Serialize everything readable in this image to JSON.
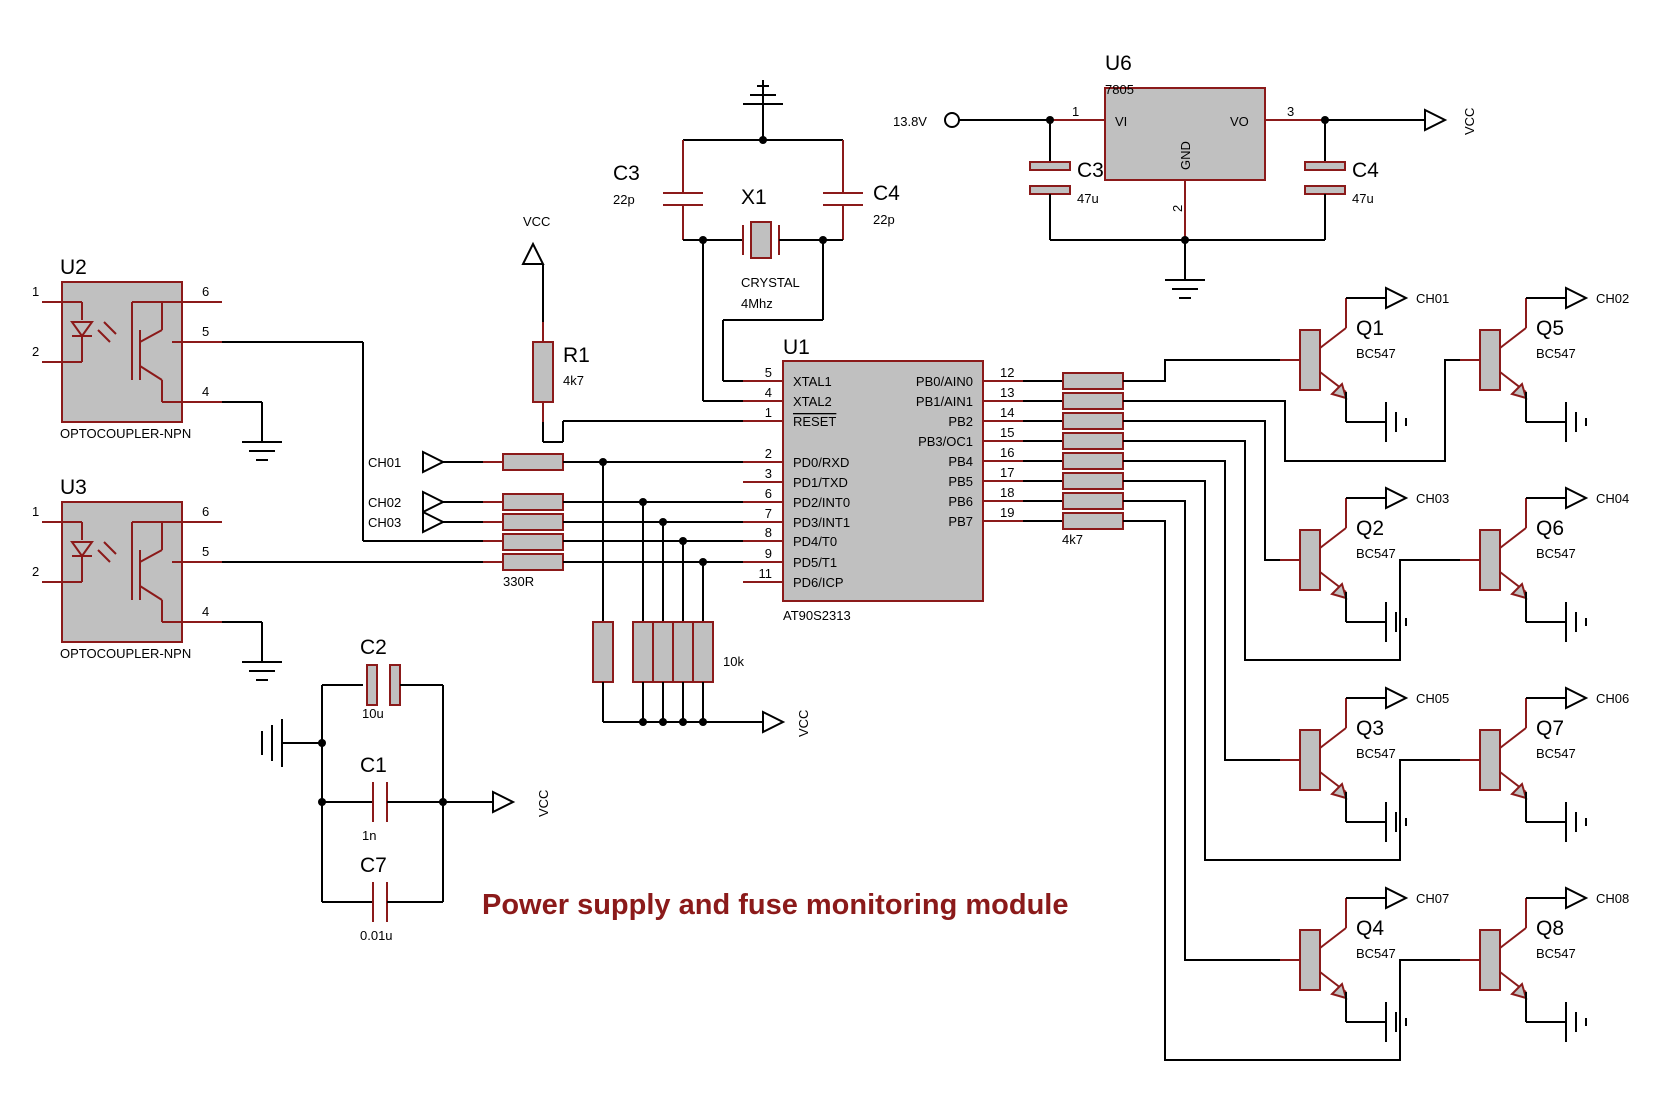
{
  "title": "Power supply and fuse monitoring module",
  "supply": {
    "input_label": "13.8V",
    "vcc": "VCC"
  },
  "u6": {
    "ref": "U6",
    "value": "7805",
    "pin_vi": "VI",
    "pin_vo": "VO",
    "pin_gnd": "GND",
    "n1": "1",
    "n2": "2",
    "n3": "3"
  },
  "c3r": {
    "ref": "C3",
    "value": "47u"
  },
  "c4r": {
    "ref": "C4",
    "value": "47u"
  },
  "c3x": {
    "ref": "C3",
    "value": "22p"
  },
  "c4x": {
    "ref": "C4",
    "value": "22p"
  },
  "x1": {
    "ref": "X1",
    "value": "CRYSTAL",
    "freq": "4Mhz"
  },
  "r1": {
    "ref": "R1",
    "value": "4k7"
  },
  "u2": {
    "ref": "U2",
    "value": "OPTOCOUPLER-NPN",
    "p1": "1",
    "p2": "2",
    "p4": "4",
    "p5": "5",
    "p6": "6"
  },
  "u3": {
    "ref": "U3",
    "value": "OPTOCOUPLER-NPN",
    "p1": "1",
    "p2": "2",
    "p4": "4",
    "p5": "5",
    "p6": "6"
  },
  "u1": {
    "ref": "U1",
    "value": "AT90S2313",
    "left_pins": [
      {
        "num": "5",
        "name": "XTAL1"
      },
      {
        "num": "4",
        "name": "XTAL2"
      },
      {
        "num": "1",
        "name": "RESET"
      },
      {
        "num": "2",
        "name": "PD0/RXD"
      },
      {
        "num": "3",
        "name": "PD1/TXD"
      },
      {
        "num": "6",
        "name": "PD2/INT0"
      },
      {
        "num": "7",
        "name": "PD3/INT1"
      },
      {
        "num": "8",
        "name": "PD4/T0"
      },
      {
        "num": "9",
        "name": "PD5/T1"
      },
      {
        "num": "11",
        "name": "PD6/ICP"
      }
    ],
    "right_pins": [
      {
        "num": "12",
        "name": "PB0/AIN0"
      },
      {
        "num": "13",
        "name": "PB1/AIN1"
      },
      {
        "num": "14",
        "name": "PB2"
      },
      {
        "num": "15",
        "name": "PB3/OC1"
      },
      {
        "num": "16",
        "name": "PB4"
      },
      {
        "num": "17",
        "name": "PB5"
      },
      {
        "num": "18",
        "name": "PB6"
      },
      {
        "num": "19",
        "name": "PB7"
      }
    ]
  },
  "nets_in": [
    "CH01",
    "CH02",
    "CH03"
  ],
  "rin_value": "330R",
  "rpull_value": "10k",
  "rbase_value": "4k7",
  "c2": {
    "ref": "C2",
    "value": "10u"
  },
  "c1": {
    "ref": "C1",
    "value": "1n"
  },
  "c7": {
    "ref": "C7",
    "value": "0.01u"
  },
  "transistors": [
    {
      "ref": "Q1",
      "value": "BC547",
      "out": "CH01"
    },
    {
      "ref": "Q5",
      "value": "BC547",
      "out": "CH02"
    },
    {
      "ref": "Q2",
      "value": "BC547",
      "out": "CH03"
    },
    {
      "ref": "Q6",
      "value": "BC547",
      "out": "CH04"
    },
    {
      "ref": "Q3",
      "value": "BC547",
      "out": "CH05"
    },
    {
      "ref": "Q7",
      "value": "BC547",
      "out": "CH06"
    },
    {
      "ref": "Q4",
      "value": "BC547",
      "out": "CH07"
    },
    {
      "ref": "Q8",
      "value": "BC547",
      "out": "CH08"
    }
  ]
}
